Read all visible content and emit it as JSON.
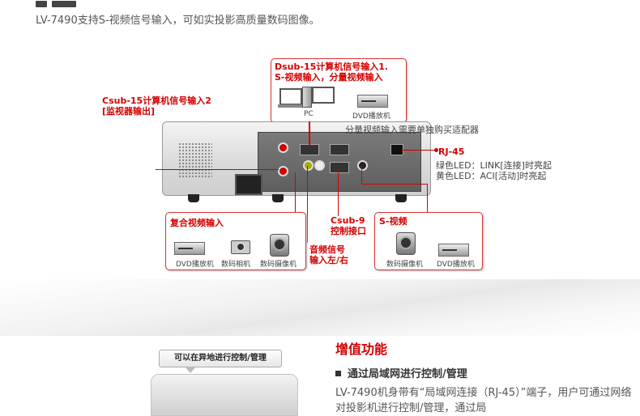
{
  "intro": "LV-7490支持S-视频信号输入，可如实投影高质量数码图像。",
  "labels": {
    "dsub": "Dsub-15计算机信号输入1.\nS-视频输入，分量视频输入",
    "csub_out": "Csub-15计算机信号输入2\n[监视器输出]",
    "component_note": "分量视频输入需要单独购买适配器",
    "rj45": "RJ-45",
    "led_green": "绿色LED：LINK[连接]时亮起",
    "led_yellow": "黄色LED：ACI[活动]时亮起",
    "composite": "复合视频输入",
    "audio": "音频信号\n输入左/右",
    "control": "Csub-9\n控制接口",
    "svideo": "S-视频"
  },
  "captions": {
    "pc": "PC",
    "dvd": "DVD播放机",
    "camera": "数码相机",
    "camcorder": "数码摄像机"
  },
  "bottom": {
    "callout": "可以在异地进行控制/管理",
    "heading": "增值功能",
    "bullet": "通过局域网进行控制/管理",
    "paragraph": "LV-7490机身带有“局域网连接（RJ-45）”端子，用户可通过网络对投影机进行控制/管理，通过局"
  }
}
